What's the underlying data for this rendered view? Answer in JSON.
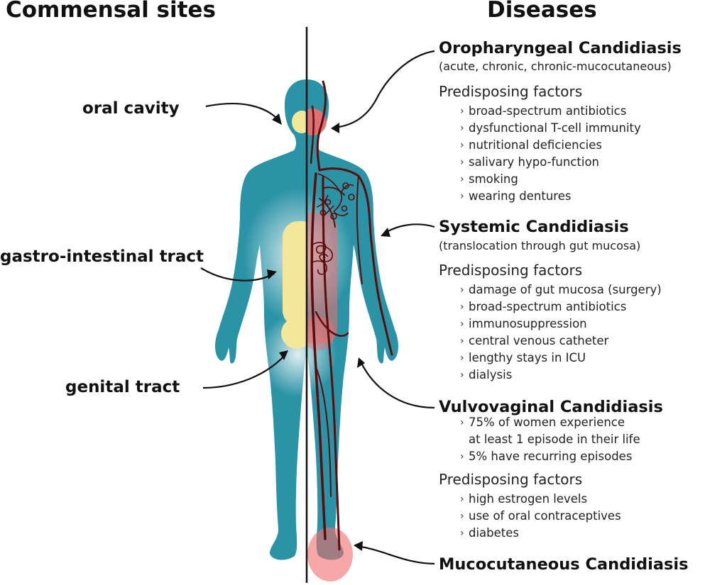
{
  "headers": {
    "left": "Commensal sites",
    "right": "Diseases"
  },
  "sites": {
    "oral": "oral cavity",
    "gi": "gastro-intestinal tract",
    "genital": "genital tract"
  },
  "diseases": {
    "oropharyngeal": {
      "title": "Oropharyngeal Candidiasis",
      "subtitle": "(acute, chronic, chronic-mucocutaneous)",
      "factors_heading": "Predisposing factors",
      "factors": [
        "broad-spectrum antibiotics",
        "dysfunctional T-cell immunity",
        "nutritional deficiencies",
        "salivary hypo-function",
        "smoking",
        "wearing dentures"
      ]
    },
    "systemic": {
      "title": "Systemic Candidiasis",
      "subtitle": "(translocation through gut mucosa)",
      "factors_heading": "Predisposing factors",
      "factors": [
        "damage of gut mucosa (surgery)",
        "broad-spectrum antibiotics",
        "immunosuppression",
        "central venous catheter",
        "lengthy stays in ICU",
        "dialysis"
      ]
    },
    "vulvovaginal": {
      "title": "Vulvovaginal Candidiasis",
      "facts": [
        "75% of women experience",
        "at least 1 episode in their life",
        "5% have recurring episodes"
      ],
      "factors_heading": "Predisposing factors",
      "factors": [
        "high estrogen levels",
        "use of oral contraceptives",
        "diabetes"
      ]
    },
    "mucocutaneous": {
      "title": "Mucocutaneous Candidiasis"
    }
  },
  "bullet_glyph": "›",
  "colors": {
    "body_teal": "#2a93a6",
    "body_teal_dark": "#1d7486",
    "commensal_glow": "#f5e79a",
    "infection_red": "#f26d6d",
    "vessel": "#5a0d0d",
    "divider": "#111111"
  }
}
